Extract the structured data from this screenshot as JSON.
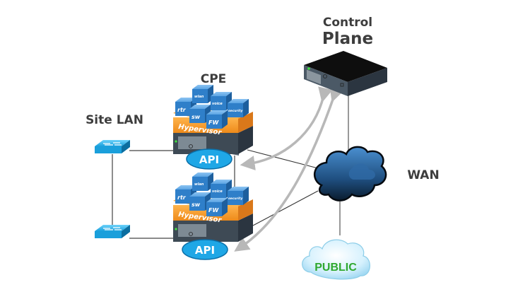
{
  "labels": {
    "control_plane_line1": "Control",
    "control_plane_line2": "Plane",
    "cpe": "CPE",
    "site_lan": "Site LAN",
    "wan": "WAN",
    "public": "PUBLIC"
  },
  "cpe_stacks": [
    {
      "hypervisor": "Hypervisor",
      "api": "API",
      "functions": [
        "rtr",
        "wlan",
        "voice",
        "sw",
        "FW",
        "security"
      ]
    },
    {
      "hypervisor": "Hypervisor",
      "api": "API",
      "functions": [
        "rtr",
        "wlan",
        "voice",
        "sw",
        "FW",
        "security"
      ]
    }
  ],
  "colors": {
    "text": "#3d3d3d",
    "cube": "#2f7fc9",
    "hypervisor": "#f59a2a",
    "server": "#2b3540",
    "api": "#1fa7e6",
    "switch": "#1aa3dd",
    "wan_cloud": "#1f4f80",
    "public_cloud": "#cfeefd",
    "arrow": "#b8b8b8",
    "line": "#333333"
  }
}
